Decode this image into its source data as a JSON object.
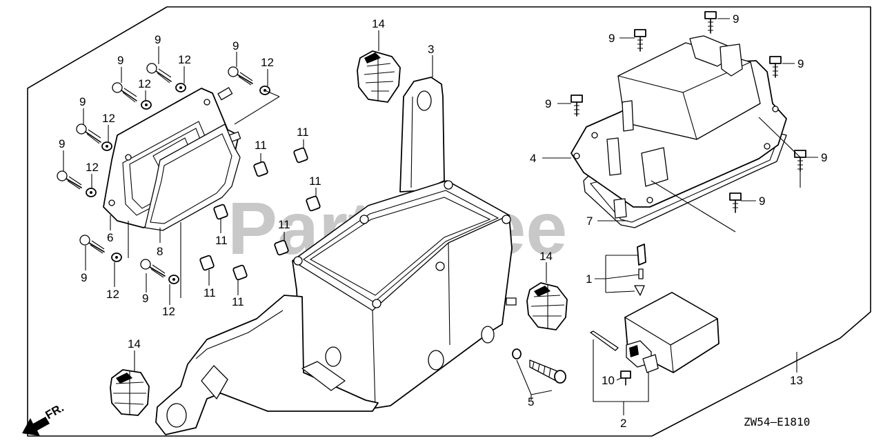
{
  "watermark": {
    "text": "PartsTree",
    "trademark": "™"
  },
  "diagram_code": "ZW54—E1810",
  "front_indicator": "FR.",
  "callouts": {
    "c1": "1",
    "c2": "2",
    "c3": "3",
    "c4": "4",
    "c5": "5",
    "c6": "6",
    "c7": "7",
    "c8": "8",
    "c10": "10",
    "c13": "13",
    "c9": [
      "9",
      "9",
      "9",
      "9",
      "9",
      "9",
      "9",
      "9",
      "9",
      "9",
      "9",
      "9",
      "9"
    ],
    "c11": [
      "11",
      "11",
      "11",
      "11",
      "11",
      "11",
      "11"
    ],
    "c12": [
      "12",
      "12",
      "12",
      "12",
      "12",
      "12",
      "12"
    ],
    "c14": [
      "14",
      "14",
      "14"
    ]
  }
}
